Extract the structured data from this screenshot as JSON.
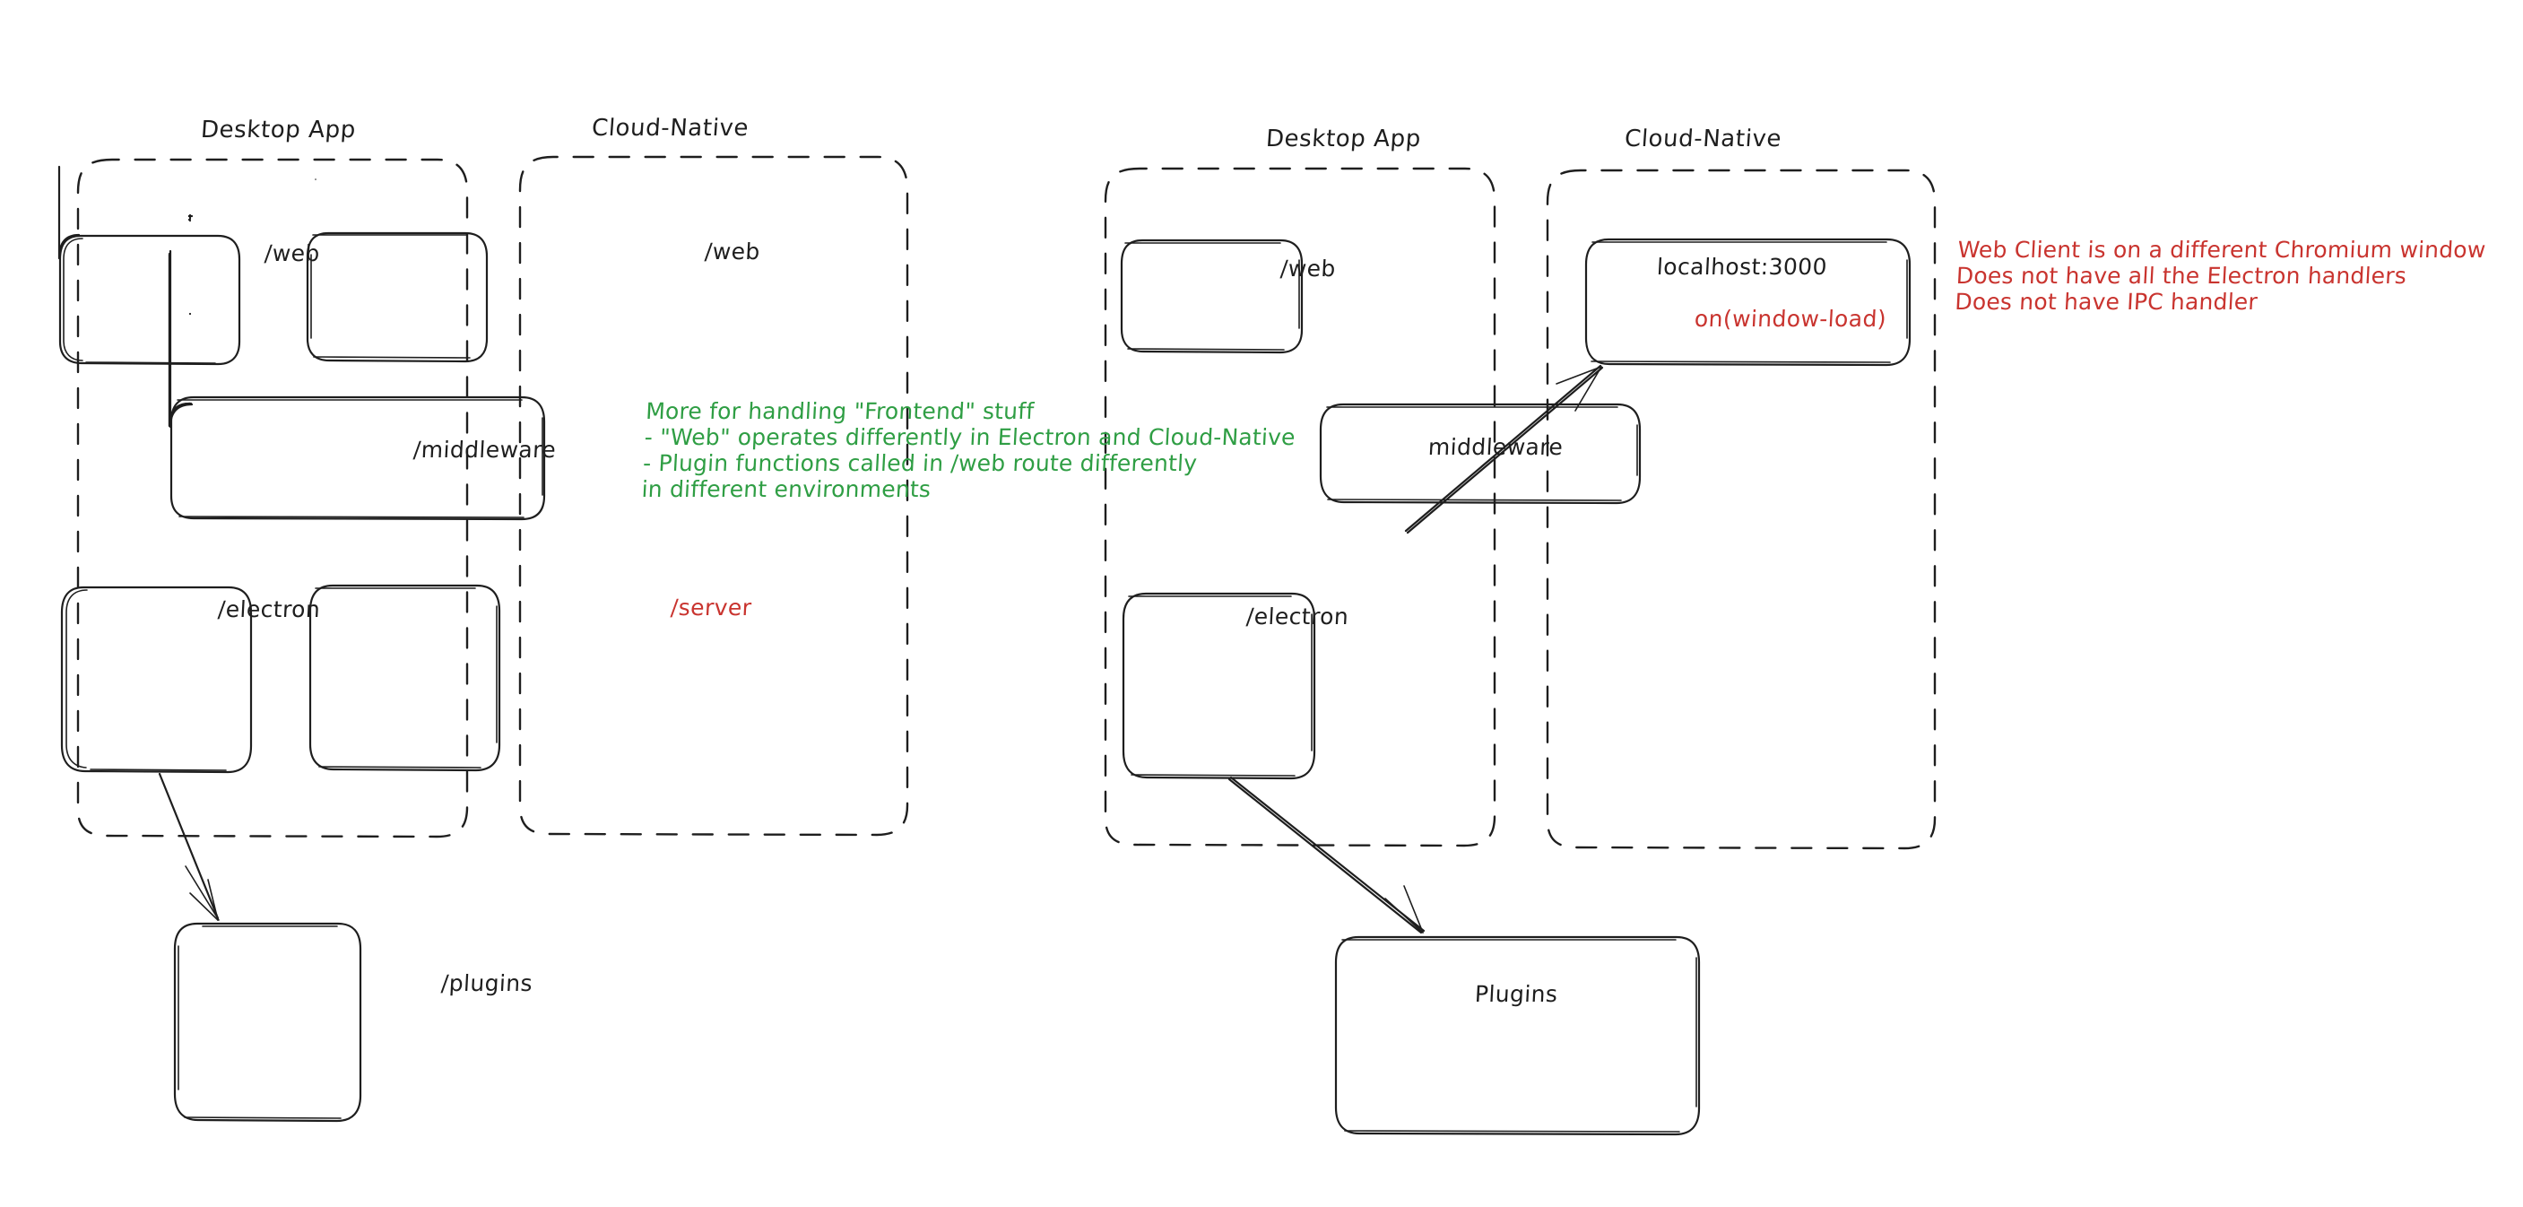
{
  "diagram": {
    "title": "Desktop App vs Cloud-Native architecture sketch",
    "colors": {
      "ink": "#1e1e1e",
      "green": "#2f9e44",
      "red": "#c9342f",
      "background": "#ffffff"
    }
  },
  "left_diagram": {
    "groups": [
      {
        "id": "left-desktop-app",
        "title": "Desktop App"
      },
      {
        "id": "left-cloud-native",
        "title": "Cloud-Native"
      }
    ],
    "nodes": [
      {
        "id": "left-desktop-web",
        "label": "/web",
        "color": "ink"
      },
      {
        "id": "left-cloud-web",
        "label": "/web",
        "color": "ink"
      },
      {
        "id": "left-middleware",
        "label": "/middleware",
        "color": "ink"
      },
      {
        "id": "left-electron",
        "label": "/electron",
        "color": "ink"
      },
      {
        "id": "left-server",
        "label": "/server",
        "color": "red"
      },
      {
        "id": "left-plugins",
        "label": "/plugins",
        "color": "ink"
      }
    ],
    "annotation_green": "More for handling \"Frontend\" stuff\n- \"Web\" operates differently in Electron and Cloud-Native\n- Plugin functions called in /web route differently\nin different environments",
    "edges": [
      {
        "from": "left-electron",
        "to": "left-plugins"
      }
    ]
  },
  "right_diagram": {
    "groups": [
      {
        "id": "right-desktop-app",
        "title": "Desktop App"
      },
      {
        "id": "right-cloud-native",
        "title": "Cloud-Native"
      }
    ],
    "nodes": [
      {
        "id": "right-desktop-web",
        "label": "/web",
        "color": "ink"
      },
      {
        "id": "right-localhost",
        "label": "localhost:3000",
        "color": "ink"
      },
      {
        "id": "right-localhost-sub",
        "label": "on(window-load)",
        "color": "red"
      },
      {
        "id": "right-middleware",
        "label": "middleware",
        "color": "ink"
      },
      {
        "id": "right-electron",
        "label": "/electron",
        "color": "ink"
      },
      {
        "id": "right-plugins",
        "label": "Plugins",
        "color": "ink"
      }
    ],
    "annotation_red": "Web Client is on a different Chromium window\nDoes not have all the Electron handlers\nDoes not have IPC handler",
    "edges": [
      {
        "from": "right-electron",
        "to": "right-localhost"
      },
      {
        "from": "right-electron",
        "to": "right-plugins"
      }
    ]
  }
}
